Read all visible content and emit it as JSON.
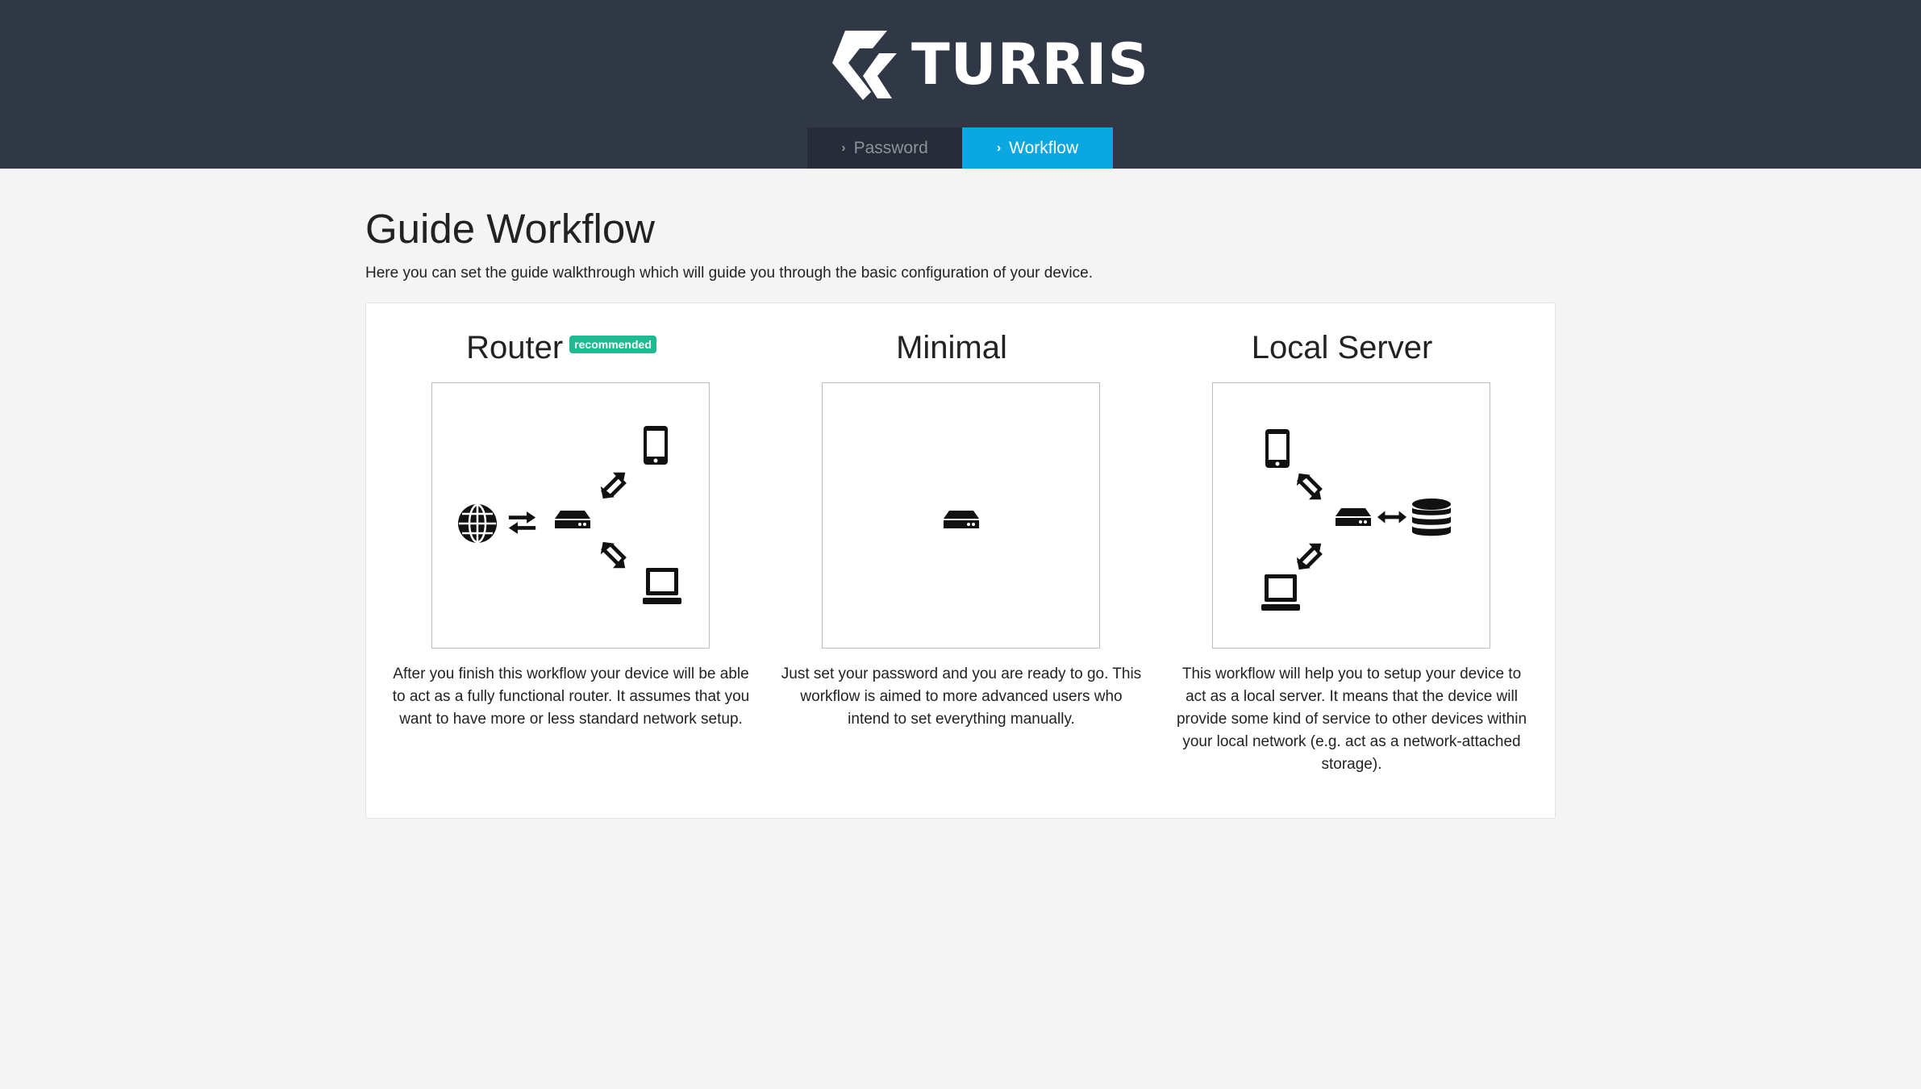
{
  "brand": {
    "name": "TURRIS",
    "logo_icon": "turris-logo-icon"
  },
  "nav": {
    "tabs": [
      {
        "label": "Password",
        "active": false
      },
      {
        "label": "Workflow",
        "active": true
      }
    ],
    "active_color": "#0aa7e0"
  },
  "page": {
    "title": "Guide Workflow",
    "description": "Here you can set the guide walkthrough which will guide you through the basic configuration of your device."
  },
  "workflows": [
    {
      "title": "Router",
      "badge": "recommended",
      "description": "After you finish this workflow your device will be able to act as a fully functional router. It assumes that you want to have more or less standard network setup.",
      "icons": [
        "globe-icon",
        "exchange-arrows-icon",
        "router-device-icon",
        "mobile-phone-icon",
        "laptop-icon"
      ]
    },
    {
      "title": "Minimal",
      "description": "Just set your password and you are ready to go. This workflow is aimed to more advanced users who intend to set everything manually.",
      "icons": [
        "router-device-icon"
      ]
    },
    {
      "title": "Local Server",
      "description": "This workflow will help you to setup your device to act as a local server. It means that the device will provide some kind of service to other devices within your local network (e.g. act as a network-attached storage).",
      "icons": [
        "mobile-phone-icon",
        "router-device-icon",
        "double-arrow-icon",
        "database-icon",
        "laptop-icon"
      ]
    }
  ],
  "colors": {
    "header_bg": "#303846",
    "badge_bg": "#1fb992"
  }
}
